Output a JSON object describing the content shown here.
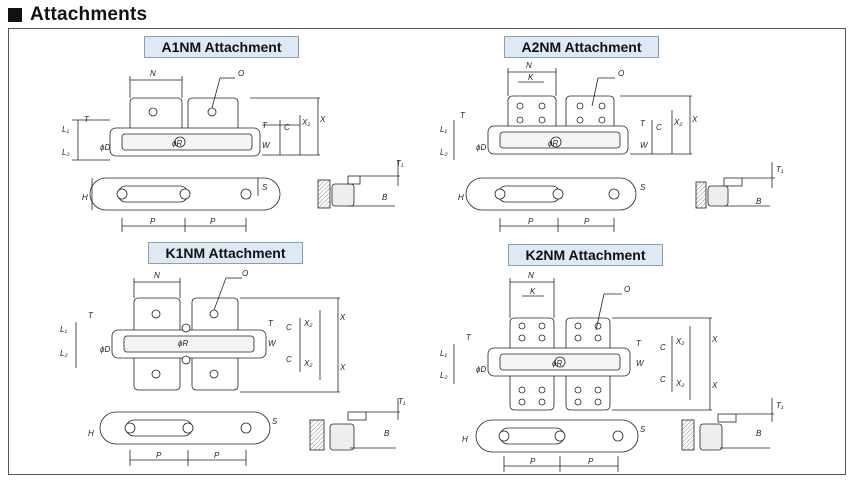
{
  "header": {
    "title": "Attachments"
  },
  "panels": [
    {
      "id": "a1nm",
      "title": "A1NM Attachment"
    },
    {
      "id": "a2nm",
      "title": "A2NM Attachment"
    },
    {
      "id": "k1nm",
      "title": "K1NM Attachment"
    },
    {
      "id": "k2nm",
      "title": "K2NM Attachment"
    }
  ],
  "dims": {
    "N": "N",
    "O": "O",
    "T": "T",
    "T1": "T₁",
    "L1": "L₁",
    "L2": "L₂",
    "D": "ϕD",
    "R": "ϕR",
    "W": "W",
    "C": "C",
    "X": "X",
    "X2": "X₂",
    "S": "S",
    "H": "H",
    "P": "P",
    "B": "B",
    "K": "K"
  }
}
